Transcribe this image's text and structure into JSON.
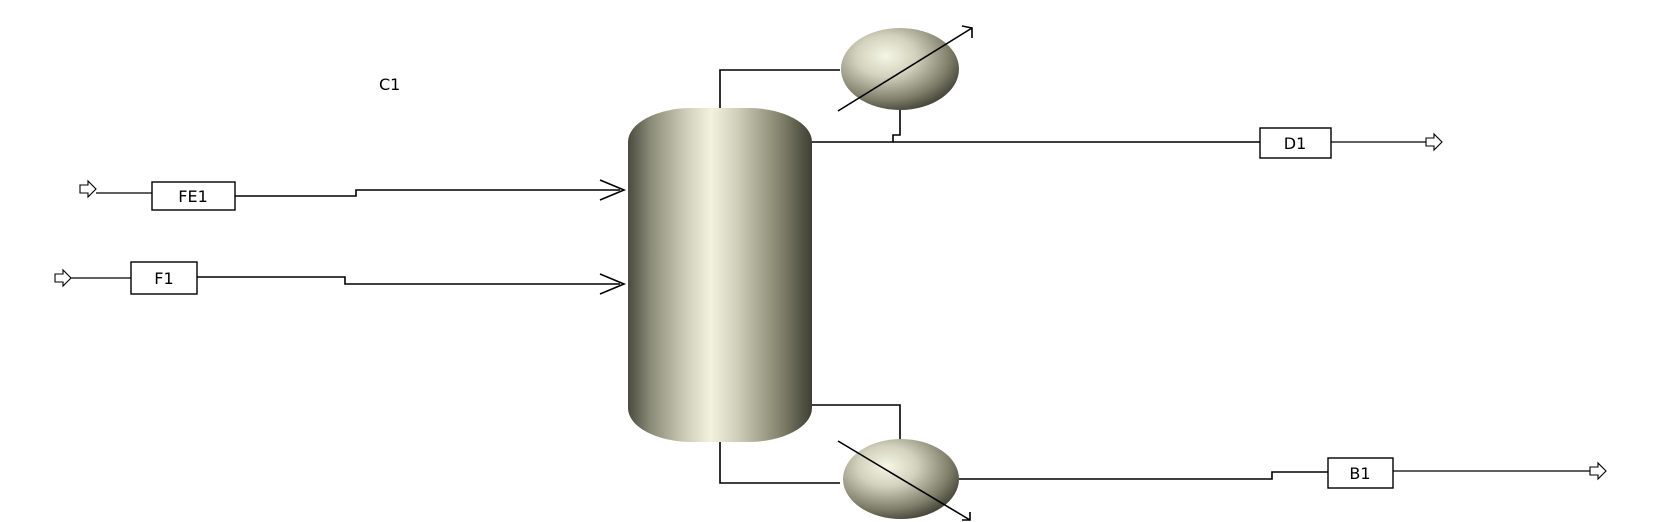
{
  "flowsheet": {
    "block": {
      "id": "C1",
      "type": "distillation-column",
      "units": [
        "condenser",
        "reboiler"
      ]
    },
    "streams": {
      "feed_1": "FE1",
      "feed_2": "F1",
      "distillate": "D1",
      "bottoms": "B1"
    },
    "colors": {
      "line": "#000000",
      "vessel_highlight": "#f2f2de",
      "vessel_shadow": "#4a4a3e",
      "background": "#ffffff"
    }
  }
}
